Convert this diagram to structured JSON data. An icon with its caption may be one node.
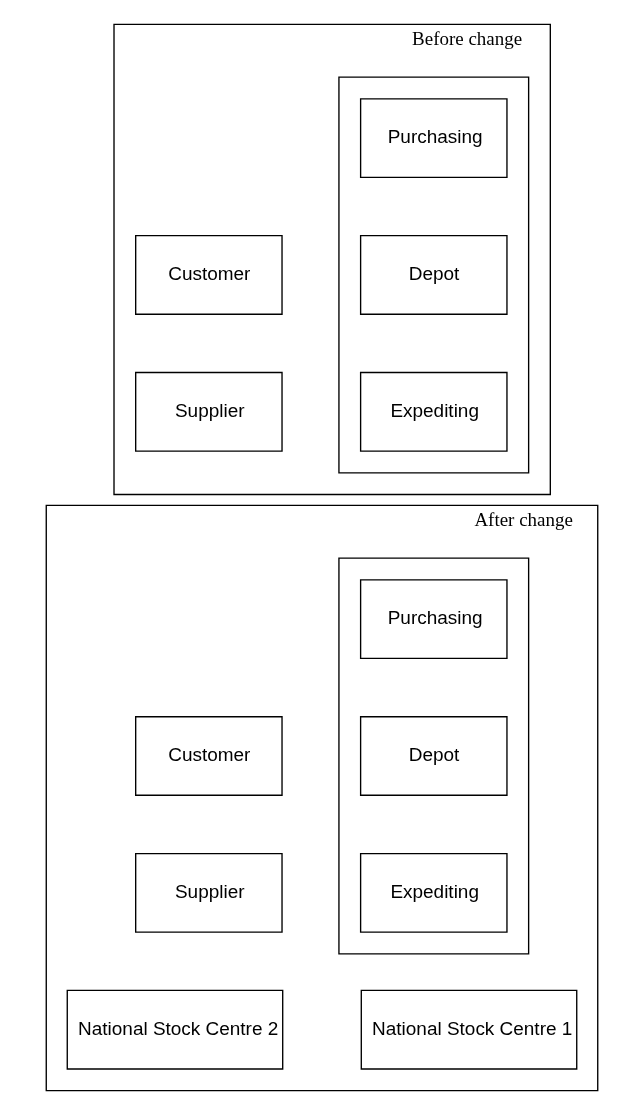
{
  "diagram": {
    "nodes": [
      {
        "text": [
          "Before change"
        ]
      },
      {
        "text": [],
        "shape": "box",
        "in": 0
      },
      {
        "text": [
          "Purchasing"
        ],
        "in": 1
      },
      {
        "text": [
          "Customer"
        ],
        "in": 0
      },
      {
        "text": [
          "Depot"
        ],
        "in": 1
      },
      {
        "text": [
          "Expediting"
        ],
        "in": 1
      },
      {
        "text": [
          "Supplier"
        ],
        "in": 0
      },
      {
        "text": [
          "After change"
        ]
      },
      {
        "text": [],
        "shape": "box",
        "in": 7
      },
      {
        "text": [
          "Purchasing"
        ],
        "in": 8
      },
      {
        "text": [
          "Customer"
        ],
        "in": 7
      },
      {
        "text": [
          "Depot"
        ],
        "in": 8
      },
      {
        "text": [
          "Expediting"
        ],
        "in": 8
      },
      {
        "text": [
          "Supplier"
        ],
        "in": 7
      },
      {
        "text": [
          "National Stock Centre 1"
        ],
        "in": 7
      },
      {
        "text": [
          "National Stock Centre 2"
        ],
        "in": 7
      }
    ]
  }
}
